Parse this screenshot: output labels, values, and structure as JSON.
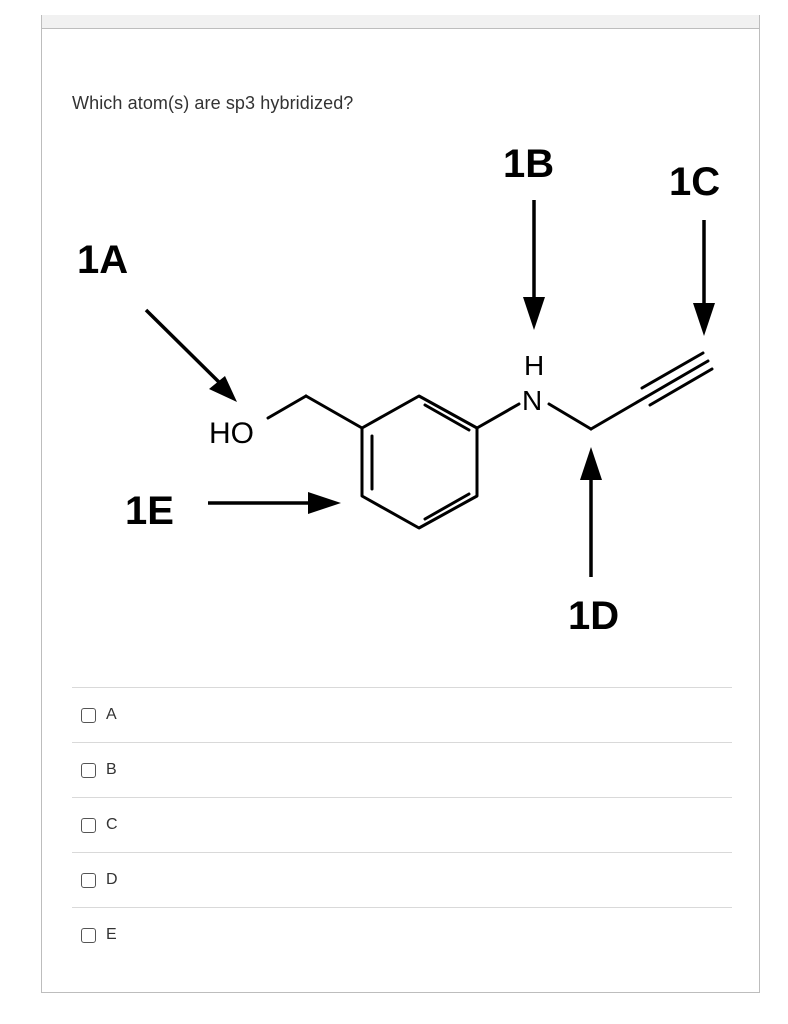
{
  "question": {
    "text": "Which atom(s) are sp3 hybridized?"
  },
  "figure": {
    "labels": {
      "a": "1A",
      "b": "1B",
      "c": "1C",
      "d": "1D",
      "e": "1E"
    },
    "atoms": {
      "ho": "HO",
      "h": "H",
      "n": "N"
    }
  },
  "options": [
    {
      "label": "A",
      "checked": false
    },
    {
      "label": "B",
      "checked": false
    },
    {
      "label": "C",
      "checked": false
    },
    {
      "label": "D",
      "checked": false
    },
    {
      "label": "E",
      "checked": false
    }
  ],
  "colors": {
    "border": "#bdbdbd",
    "text": "#333333",
    "divider": "#d9d9d9"
  }
}
